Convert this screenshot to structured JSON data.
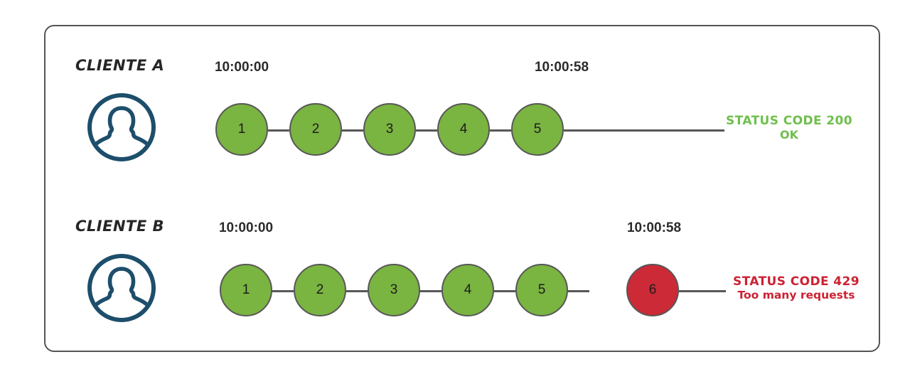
{
  "diagram": {
    "title_visible": false,
    "colors": {
      "frame_border": "#555555",
      "node_green": "#7ab441",
      "node_red": "#cc2a36",
      "node_stroke": "#575757",
      "avatar": "#1d4e6b",
      "status_ok_text": "#6fbf4c",
      "status_error_text": "#cc2233",
      "label_text": "#262626"
    },
    "rows": [
      {
        "id": "cliente-a",
        "label": "CLIENTE A",
        "avatar_icon": "person-avatar-icon",
        "start_time": "10:00:00",
        "end_time": "10:00:58",
        "nodes": [
          {
            "n": "1",
            "state": "green"
          },
          {
            "n": "2",
            "state": "green"
          },
          {
            "n": "3",
            "state": "green"
          },
          {
            "n": "4",
            "state": "green"
          },
          {
            "n": "5",
            "state": "green"
          }
        ],
        "status": {
          "kind": "ok",
          "line1": "STATUS CODE 200",
          "line2": "OK"
        }
      },
      {
        "id": "cliente-b",
        "label": "CLIENTE B",
        "avatar_icon": "person-avatar-icon",
        "start_time": "10:00:00",
        "end_time": "10:00:58",
        "nodes": [
          {
            "n": "1",
            "state": "green"
          },
          {
            "n": "2",
            "state": "green"
          },
          {
            "n": "3",
            "state": "green"
          },
          {
            "n": "4",
            "state": "green"
          },
          {
            "n": "5",
            "state": "green"
          },
          {
            "n": "6",
            "state": "red"
          }
        ],
        "status": {
          "kind": "error",
          "line1": "STATUS CODE 429",
          "line2": "Too many requests"
        }
      }
    ]
  }
}
